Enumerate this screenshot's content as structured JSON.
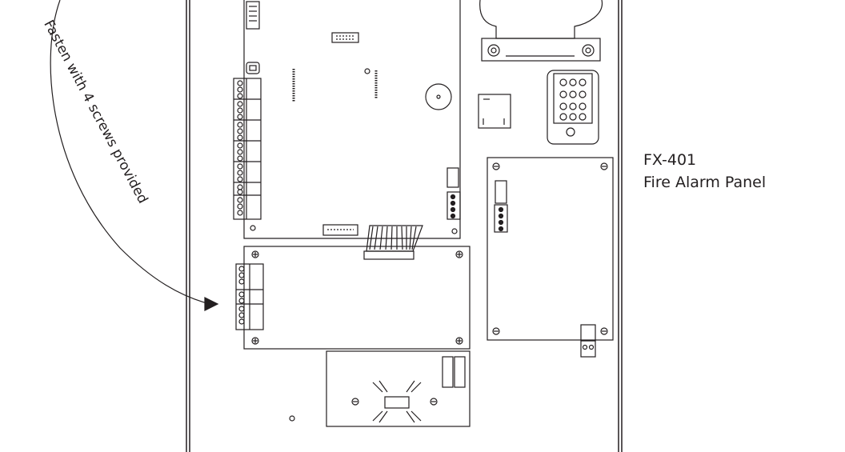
{
  "panel_label": {
    "model": "FX-401",
    "description": "Fire Alarm Panel"
  },
  "instruction": {
    "text": "Fasten with 4 screws provided"
  },
  "colors": {
    "line": "#231f20",
    "background": "#ffffff"
  }
}
